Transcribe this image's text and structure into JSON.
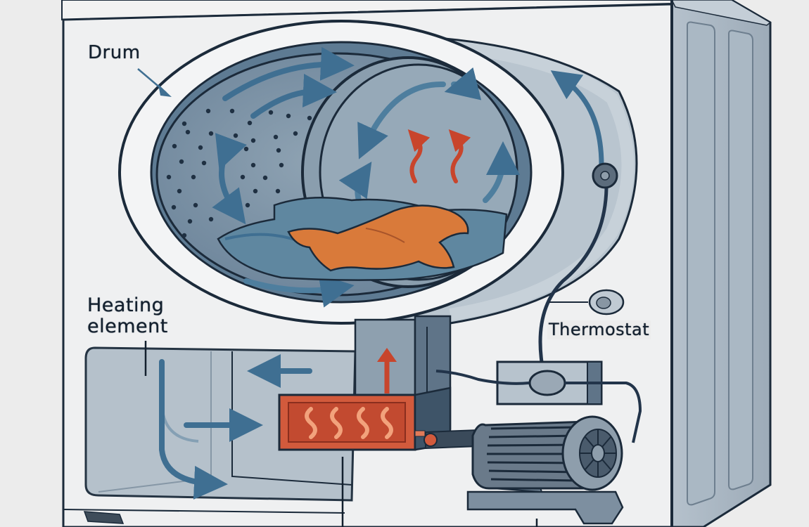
{
  "diagram": {
    "subject": "Clothes dryer internal components",
    "labels": {
      "drum": "Drum",
      "heating_element_line1": "Heating",
      "heating_element_line2": "element",
      "thermostat": "Thermostat"
    },
    "components": [
      {
        "id": "drum",
        "label": "Drum"
      },
      {
        "id": "heating-element",
        "label": "Heating element"
      },
      {
        "id": "thermostat",
        "label": "Thermostat"
      },
      {
        "id": "motor",
        "label": ""
      },
      {
        "id": "clothes",
        "label": ""
      }
    ],
    "colors": {
      "background": "#ececec",
      "cabinet": "#f0f1f2",
      "cabinet_side": "#a9b6c2",
      "outline": "#1b2a3a",
      "drum_interior": "#7d93a5",
      "airflow_arrow": "#3f6f92",
      "heat_arrow": "#c8452c",
      "heater_body": "#d25a3c",
      "heater_coils": "#f2a27c",
      "clothes_orange": "#d97a3a",
      "clothes_blue": "#5f87a0",
      "motor": "#5c6c7c"
    }
  }
}
